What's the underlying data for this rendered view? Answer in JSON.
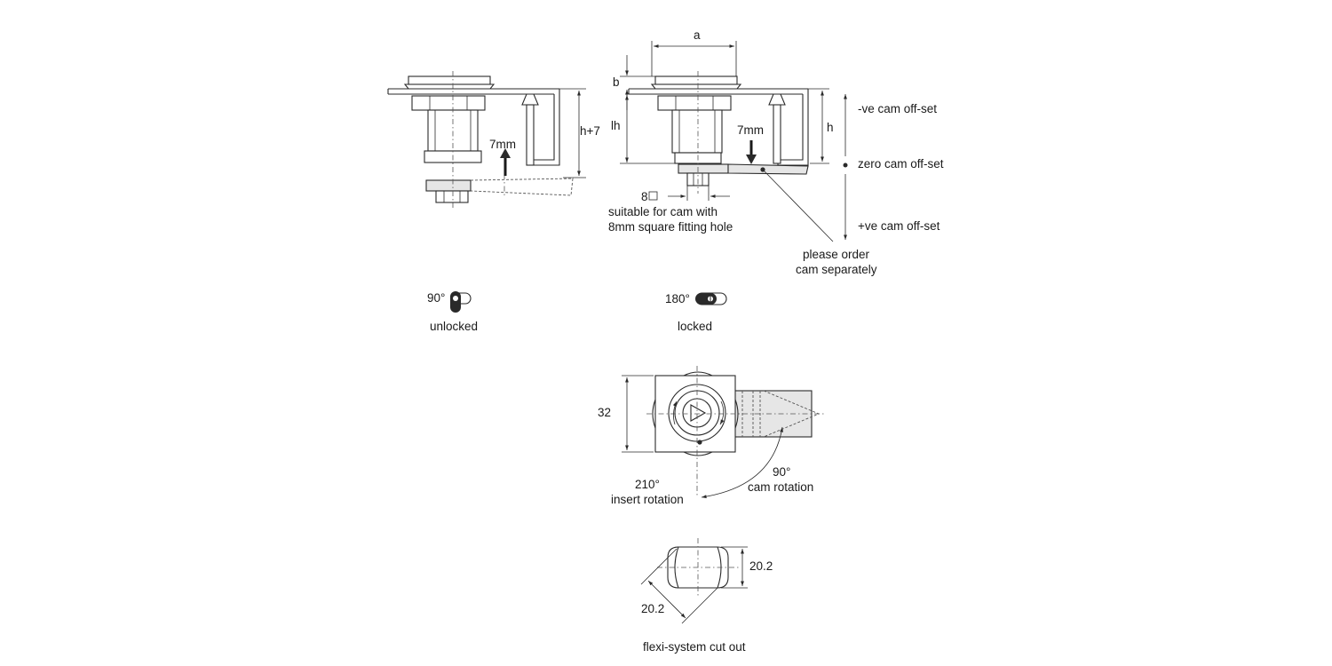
{
  "labels": {
    "dim_a": "a",
    "dim_b": "b",
    "dim_lh": "lh",
    "dim_h": "h",
    "dim_h7": "h+7",
    "travel_up": "7mm",
    "travel_down": "7mm",
    "neg_offset": "-ve cam off-set",
    "zero_offset": "zero cam off-set",
    "pos_offset": "+ve cam off-set",
    "square_size": "8",
    "cam_note_line1": "suitable for cam with",
    "cam_note_line2": "8mm square fitting hole",
    "order_note_line1": "please order",
    "order_note_line2": "cam separately",
    "angle_unlocked": "90°",
    "state_unlocked": "unlocked",
    "angle_locked": "180°",
    "state_locked": "locked",
    "dim_32": "32",
    "insert_angle": "210°",
    "insert_rotation": "insert rotation",
    "cam_angle": "90°",
    "cam_rotation": "cam rotation",
    "cutout_v": "20.2",
    "cutout_diag": "20.2",
    "cutout_title": "flexi-system cut out"
  },
  "colors": {
    "line": "#2a2a2a",
    "fill_grey": "#e6e6e6"
  }
}
